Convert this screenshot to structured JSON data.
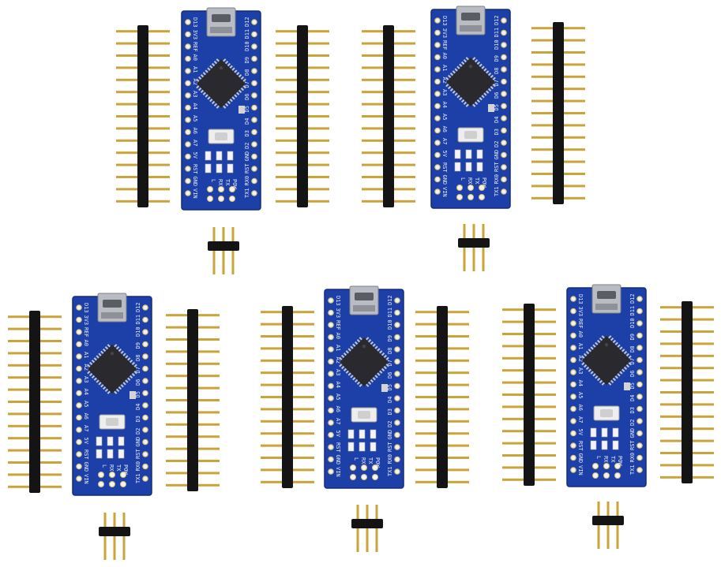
{
  "scene": {
    "background": "#ffffff",
    "board_color": "#1c3fa8",
    "board_edge_color": "#142c7a",
    "chip_color": "#2a2a2e",
    "header_color": "#141414",
    "pin_color": "#c9a43a",
    "usb_color": "#b9bcc2",
    "silkscreen_color": "#e8ecf7"
  },
  "kit": {
    "board_count": 5,
    "long_header_pins": 15,
    "short_header_pins": 3
  },
  "board_silkscreen": {
    "left_column": [
      "D13",
      "3V3",
      "REF",
      "A0",
      "A1",
      "A2",
      "A3",
      "A4",
      "A5",
      "A6",
      "A7",
      "5V",
      "RST",
      "GND",
      "VIN"
    ],
    "right_column": [
      "D12",
      "D11",
      "D10",
      "D9",
      "D8",
      "D7",
      "D6",
      "D5",
      "D4",
      "D3",
      "D2",
      "GND",
      "RST",
      "RX0",
      "TX1"
    ],
    "led_labels": [
      "L",
      "RX",
      "TX",
      "POW"
    ]
  }
}
